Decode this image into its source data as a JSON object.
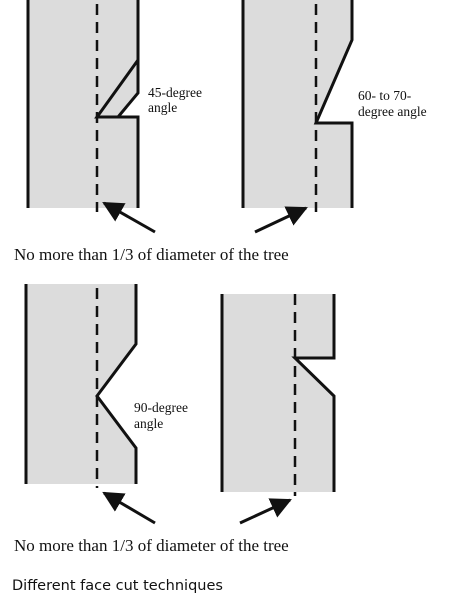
{
  "panels": [
    {
      "angle_label_line1": "45-degree",
      "angle_label_line2": "angle"
    },
    {
      "angle_label_line1": "60- to 70-",
      "angle_label_line2": "degree angle"
    },
    {
      "angle_label_line1": "90-degree",
      "angle_label_line2": "angle"
    },
    {
      "angle_label_line1": "",
      "angle_label_line2": ""
    }
  ],
  "top_note": "No more than 1/3 of diameter of the tree",
  "bottom_note": "No more than 1/3 of diameter of the tree",
  "caption": "Different face cut techniques",
  "colors": {
    "trunk_fill": "#dcdcdc",
    "ink": "#111111",
    "background": "#ffffff"
  }
}
